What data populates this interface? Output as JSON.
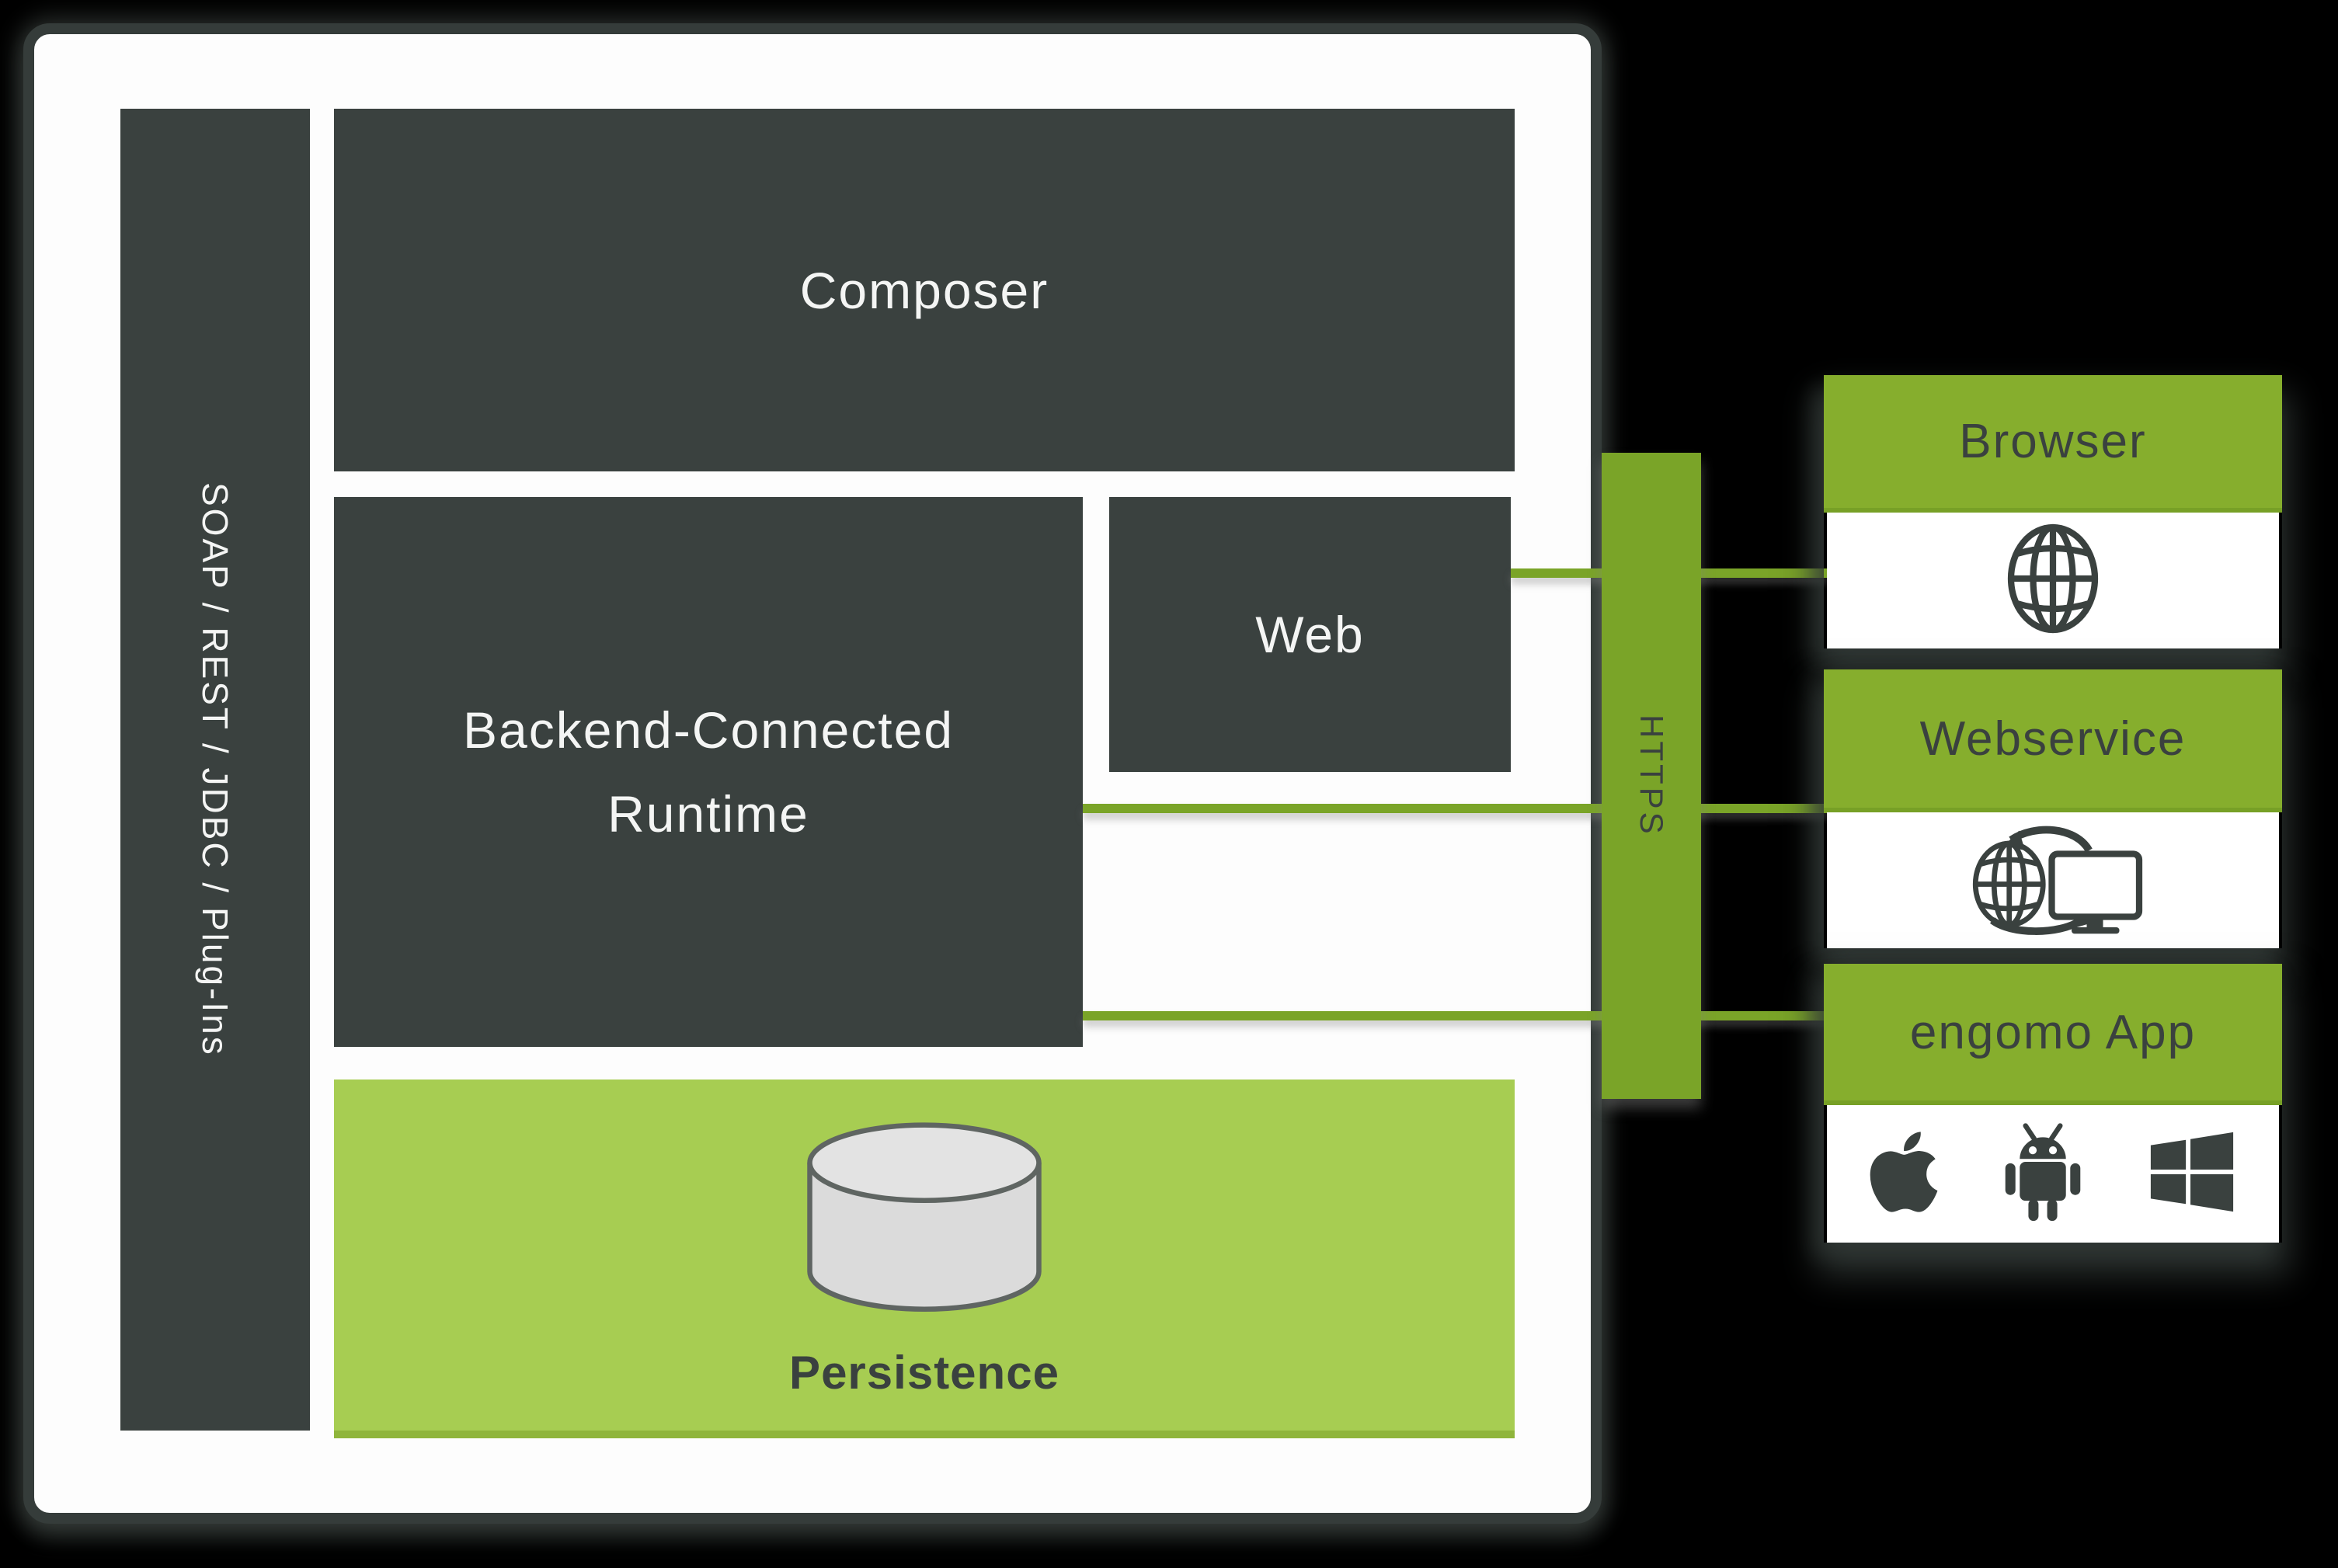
{
  "left_panel": {
    "connector_bar": {
      "label": "SOAP / REST / JDBC / Plug-Ins"
    },
    "composer": {
      "label": "Composer"
    },
    "runtime": {
      "label_line1": "Backend-Connected",
      "label_line2": "Runtime"
    },
    "web": {
      "label": "Web"
    },
    "persistence": {
      "label": "Persistence",
      "icon": "database-cylinder-icon"
    }
  },
  "https_bar": {
    "label": "HTTPS"
  },
  "clients": [
    {
      "title": "Browser",
      "icon": "globe-icon"
    },
    {
      "title": "Webservice",
      "icon": "globe-monitor-sync-icon"
    },
    {
      "title": "engomo App",
      "icons": [
        "apple-icon",
        "android-icon",
        "windows-icon"
      ]
    }
  ],
  "colors": {
    "background": "#000000",
    "panel_border": "#353c3a",
    "box_dark": "#3a413f",
    "green_light": "#a7cd52",
    "green_header": "#86ae2d",
    "green_dark": "#7aa428",
    "text_light": "#f4f5f4",
    "text_dark": "#3a413f",
    "cylinder_fill": "#dbdbdb",
    "cylinder_stroke": "#5f6562"
  }
}
